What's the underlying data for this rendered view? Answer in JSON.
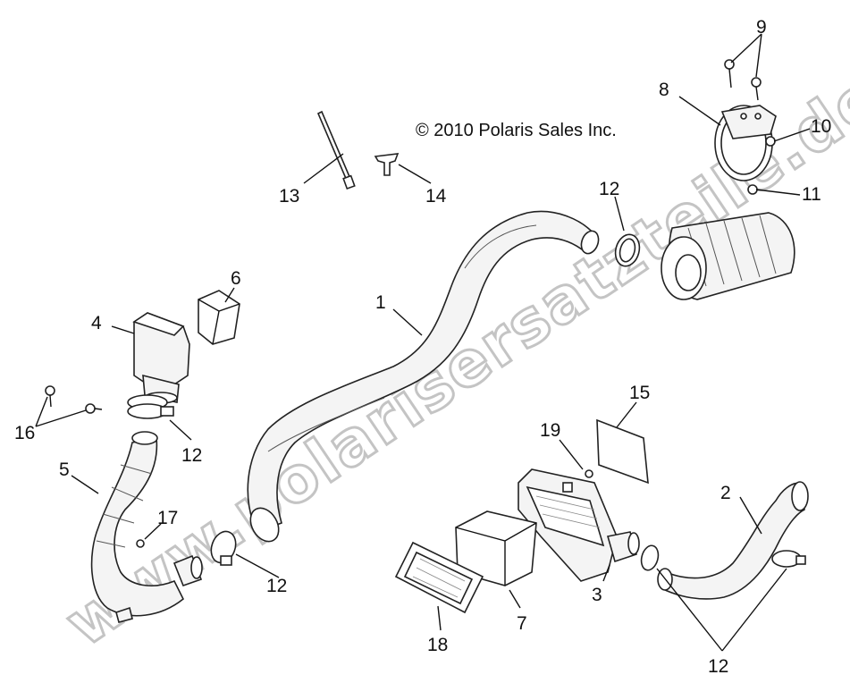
{
  "copyright": "© 2010 Polaris Sales Inc.",
  "watermark": "www.polarisersatzteile.de",
  "callouts": {
    "c1": "1",
    "c2": "2",
    "c3": "3",
    "c4": "4",
    "c5": "5",
    "c6": "6",
    "c7": "7",
    "c8": "8",
    "c9": "9",
    "c10": "10",
    "c11": "11",
    "c12a": "12",
    "c12b": "12",
    "c12c": "12",
    "c12d": "12",
    "c13": "13",
    "c14": "14",
    "c15": "15",
    "c16": "16",
    "c17": "17",
    "c18": "18",
    "c19": "19"
  }
}
